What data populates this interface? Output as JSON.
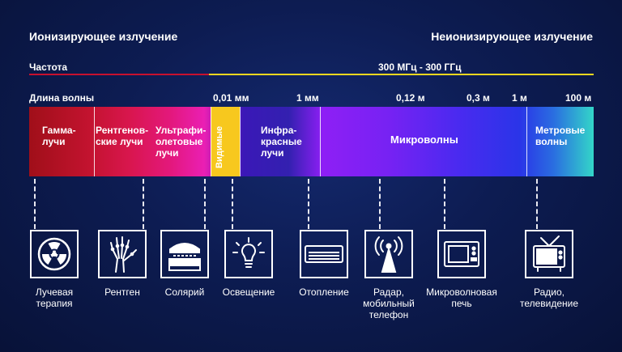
{
  "headers": {
    "ionizing": "Ионизирующее излучение",
    "non_ionizing": "Неионизирующее излучение"
  },
  "frequency": {
    "label": "Частота",
    "range": "300 МГц - 300 ГГц"
  },
  "wavelength": {
    "label": "Длина волны",
    "ticks": [
      "0,01 мм",
      "1 мм",
      "0,12 м",
      "0,3 м",
      "1 м",
      "100 м"
    ]
  },
  "bands": {
    "gamma": "Гамма-\nлучи",
    "xray": "Рентгенов-\nские лучи",
    "uv": "Ультрафи-\nолетовые\nлучи",
    "visible": "Видимые",
    "infrared": "Инфра-\nкрасные\nлучи",
    "microwave": "Микроволны",
    "meter": "Метровые\nволны"
  },
  "applications": [
    {
      "icon": "radiation-icon",
      "label": "Лучевая\nтерапия"
    },
    {
      "icon": "xray-hand-icon",
      "label": "Рентген"
    },
    {
      "icon": "tanning-bed-icon",
      "label": "Солярий"
    },
    {
      "icon": "light-bulb-icon",
      "label": "Освещение"
    },
    {
      "icon": "heater-icon",
      "label": "Отопление"
    },
    {
      "icon": "radar-antenna-icon",
      "label": "Радар,\nмобильный\nтелефон"
    },
    {
      "icon": "microwave-oven-icon",
      "label": "Микроволновая\nпечь"
    },
    {
      "icon": "tv-icon",
      "label": "Радио,\nтелевидение"
    }
  ],
  "colors": {
    "ionizing_line": "#c8102e",
    "non_ionizing_line": "#f5d71f",
    "visible_band": "#f7c81e"
  }
}
